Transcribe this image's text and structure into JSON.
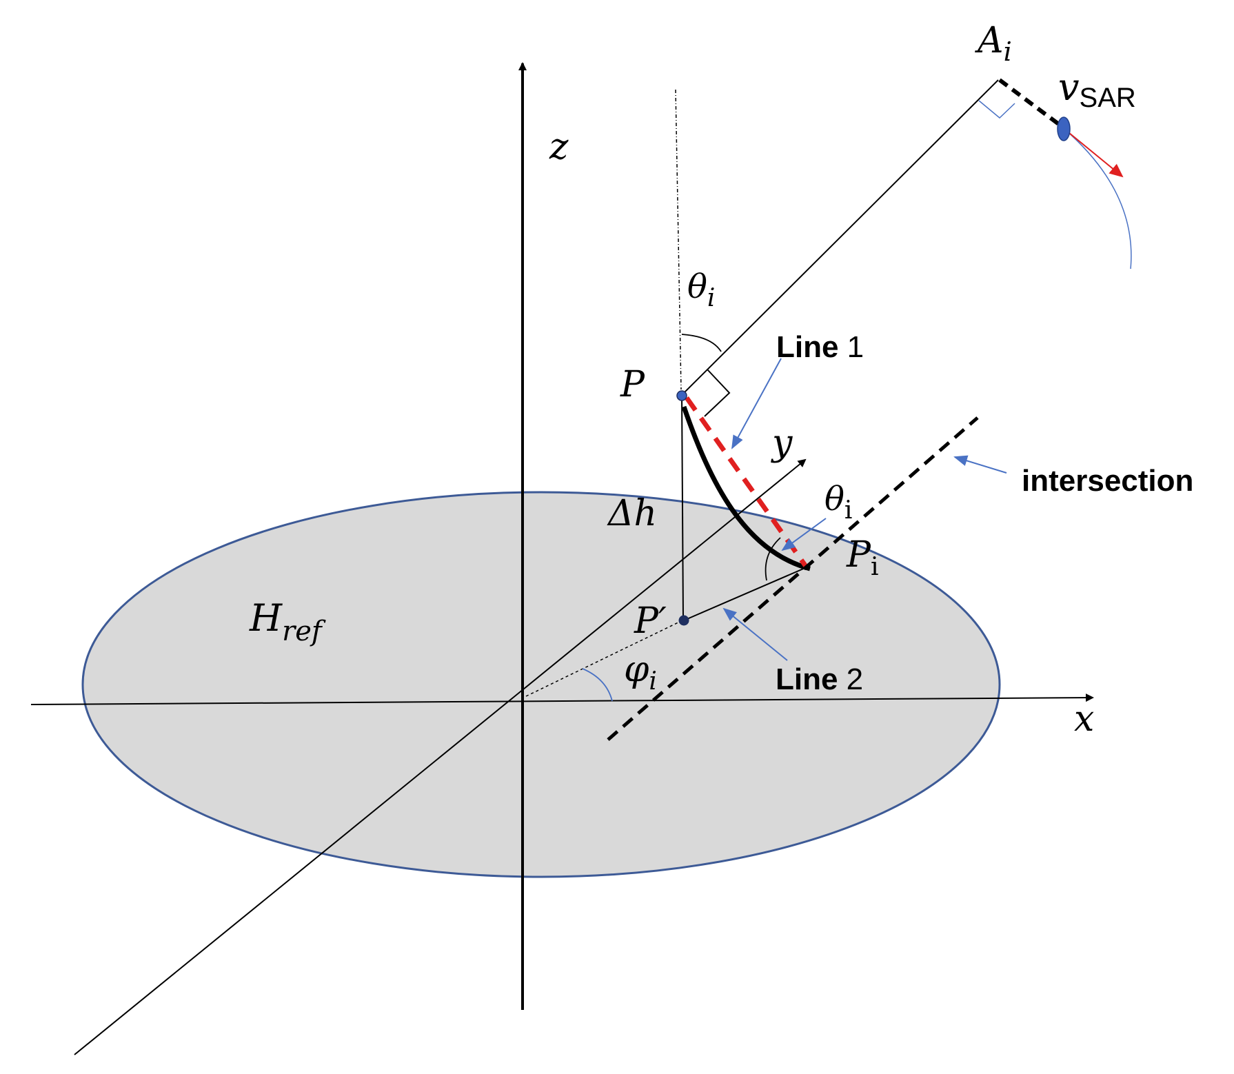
{
  "labels": {
    "A": "A",
    "A_sub": "i",
    "v": "v",
    "v_sub": "SAR",
    "z": "z",
    "y": "y",
    "x": "x",
    "theta_top": "θ",
    "theta_top_sub": "i",
    "theta_mid": "θ",
    "theta_mid_sub": "i",
    "P": "P",
    "P_prime": "P′",
    "P_i": "P",
    "P_i_sub": "i",
    "delta_h": "Δh",
    "H": "H",
    "H_sub": "ref",
    "phi": "φ",
    "phi_sub": "i",
    "line1_bold": "Line",
    "line1_num": " 1",
    "line2_bold": "Line",
    "line2_num": " 2",
    "intersection": "intersection"
  },
  "colors": {
    "plane_fill": "#d9d9d9",
    "plane_stroke": "#3d5a96",
    "trajectory": "#4a72c4",
    "velocity": "#e02020",
    "red_dash": "#e02020",
    "annotation_arrow": "#4a72c4",
    "satellite": "#3b63c0"
  }
}
